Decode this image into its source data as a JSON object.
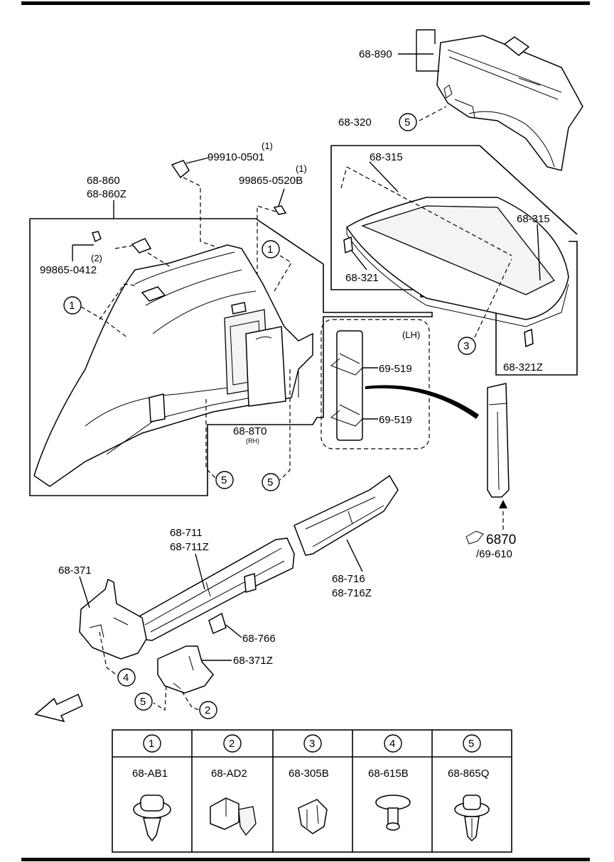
{
  "callouts": {
    "c_890": "68-890",
    "c_320": "68-320",
    "c_315a": "68-315",
    "c_315b": "68-315",
    "c_321": "68-321",
    "c_321z": "68-321Z",
    "c_99910_qty": "(1)",
    "c_99910": "99910-0501",
    "c_99865b_qty": "(1)",
    "c_99865b": "99865-0520B",
    "c_860": "68-860",
    "c_860z": "68-860Z",
    "c_99865_qty": "(2)",
    "c_99865": "99865-0412",
    "c_lh": "(LH)",
    "c_519a": "69-519",
    "c_519b": "69-519",
    "c_8t0": "68-8T0",
    "c_rh": "(RH)",
    "c_6870": "6870",
    "c_69610": "/69-610",
    "c_711": "68-711",
    "c_711z": "68-711Z",
    "c_716": "68-716",
    "c_716z": "68-716Z",
    "c_371": "68-371",
    "c_766": "68-766",
    "c_371z": "68-371Z",
    "fwd": "FWD"
  },
  "ref_markers": {
    "m1a": "1",
    "m1b": "1",
    "m2": "2",
    "m3": "3",
    "m4": "4",
    "m5a": "5",
    "m5b": "5",
    "m5c": "5",
    "m5d": "5"
  },
  "legend": [
    {
      "num": "1",
      "part": "68-AB1"
    },
    {
      "num": "2",
      "part": "68-AD2"
    },
    {
      "num": "3",
      "part": "68-305B"
    },
    {
      "num": "4",
      "part": "68-615B"
    },
    {
      "num": "5",
      "part": "68-865Q"
    }
  ]
}
